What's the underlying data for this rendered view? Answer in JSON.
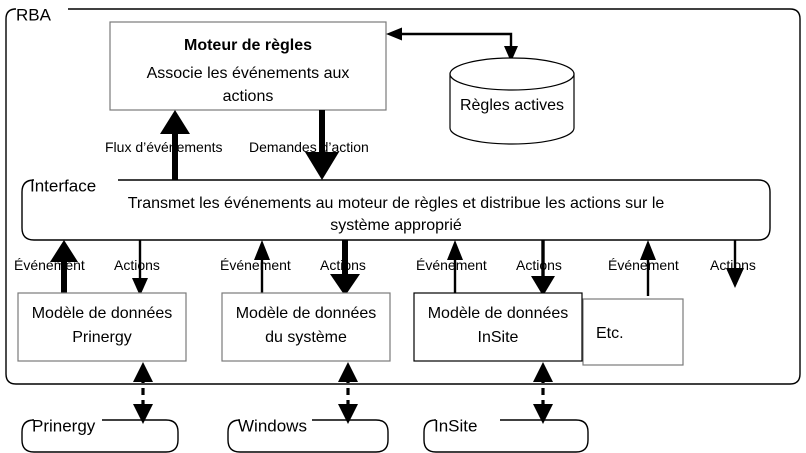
{
  "diagram": {
    "title": "RBA",
    "groups": [
      {
        "id": "rba",
        "label": "RBA"
      },
      {
        "id": "interface",
        "label": "Interface"
      }
    ],
    "rules_engine": {
      "title": "Moteur de règles",
      "subtitle_line1": "Associe les événements aux",
      "subtitle_line2": "actions"
    },
    "datastore": {
      "label": "Règles actives"
    },
    "interface_band": {
      "label": "Interface",
      "line1": "Transmet les événements au moteur de règles et distribue les actions sur le",
      "line2": "système approprié"
    },
    "engine_links": {
      "event_flow": "Flux d’événements",
      "action_requests": "Demandes d’action"
    },
    "channels": [
      {
        "event_label": "Événement",
        "action_label": "Actions"
      },
      {
        "event_label": "Événement",
        "action_label": "Actions"
      },
      {
        "event_label": "Événement",
        "action_label": "Actions"
      },
      {
        "event_label": "Événement",
        "action_label": "Actions"
      }
    ],
    "data_models": [
      {
        "line1": "Modèle de données",
        "line2": "Prinergy"
      },
      {
        "line1": "Modèle de données",
        "line2": "du système"
      },
      {
        "line1": "Modèle de données",
        "line2": "InSite"
      }
    ],
    "etc_box": {
      "label": "Etc."
    },
    "systems": [
      {
        "label": "Prinergy"
      },
      {
        "label": "Windows"
      },
      {
        "label": "InSite"
      }
    ],
    "colors": {
      "stroke": "#000000",
      "box_border": "#7a7a7a",
      "background": "#ffffff"
    }
  }
}
